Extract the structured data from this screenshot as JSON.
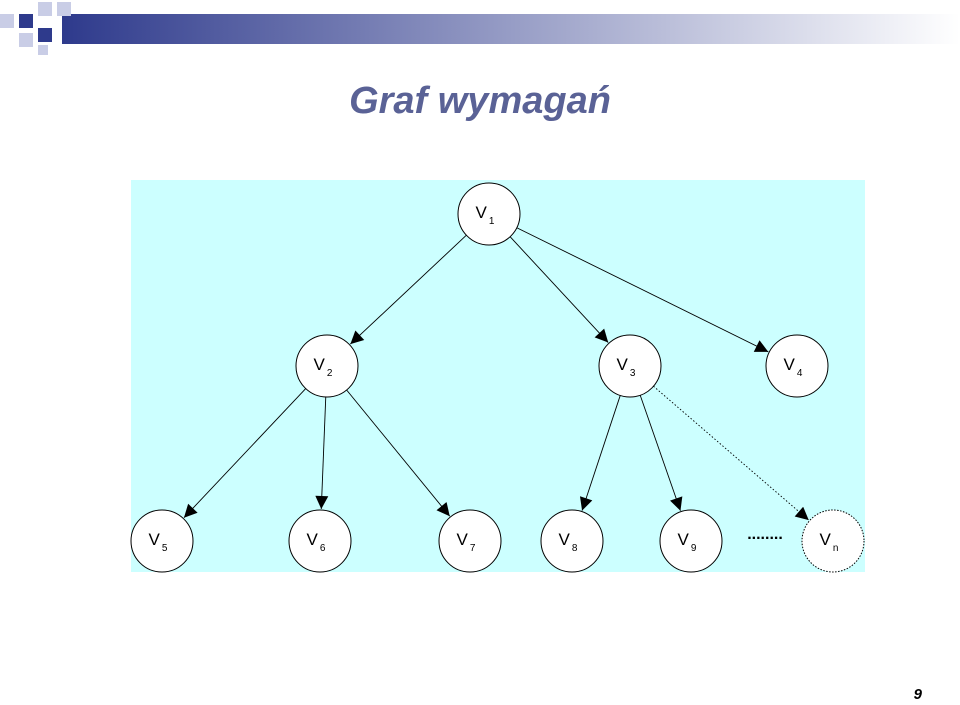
{
  "title": "Graf wymagań",
  "page_number": "9",
  "ellipsis": "........",
  "colors": {
    "title": "#5a6296",
    "diagram_background": "#ccffff",
    "node_fill": "#ffffff",
    "edge": "#000000",
    "header_dark": "#2e3a8c",
    "header_light": "#c9cde6"
  },
  "nodes": [
    {
      "id": "v1",
      "letter": "V",
      "sub": "1"
    },
    {
      "id": "v2",
      "letter": "V",
      "sub": "2"
    },
    {
      "id": "v3",
      "letter": "V",
      "sub": "3"
    },
    {
      "id": "v4",
      "letter": "V",
      "sub": "4"
    },
    {
      "id": "v5",
      "letter": "V",
      "sub": "5"
    },
    {
      "id": "v6",
      "letter": "V",
      "sub": "6"
    },
    {
      "id": "v7",
      "letter": "V",
      "sub": "7"
    },
    {
      "id": "v8",
      "letter": "V",
      "sub": "8"
    },
    {
      "id": "v9",
      "letter": "V",
      "sub": "9"
    },
    {
      "id": "vn",
      "letter": "V",
      "sub": "n"
    }
  ],
  "edges": [
    {
      "from": "v1",
      "to": "v2"
    },
    {
      "from": "v1",
      "to": "v3"
    },
    {
      "from": "v1",
      "to": "v4"
    },
    {
      "from": "v2",
      "to": "v5"
    },
    {
      "from": "v2",
      "to": "v6"
    },
    {
      "from": "v2",
      "to": "v7"
    },
    {
      "from": "v3",
      "to": "v8"
    },
    {
      "from": "v3",
      "to": "v9"
    },
    {
      "from": "v3",
      "to": "vn",
      "style": "dotted"
    }
  ]
}
